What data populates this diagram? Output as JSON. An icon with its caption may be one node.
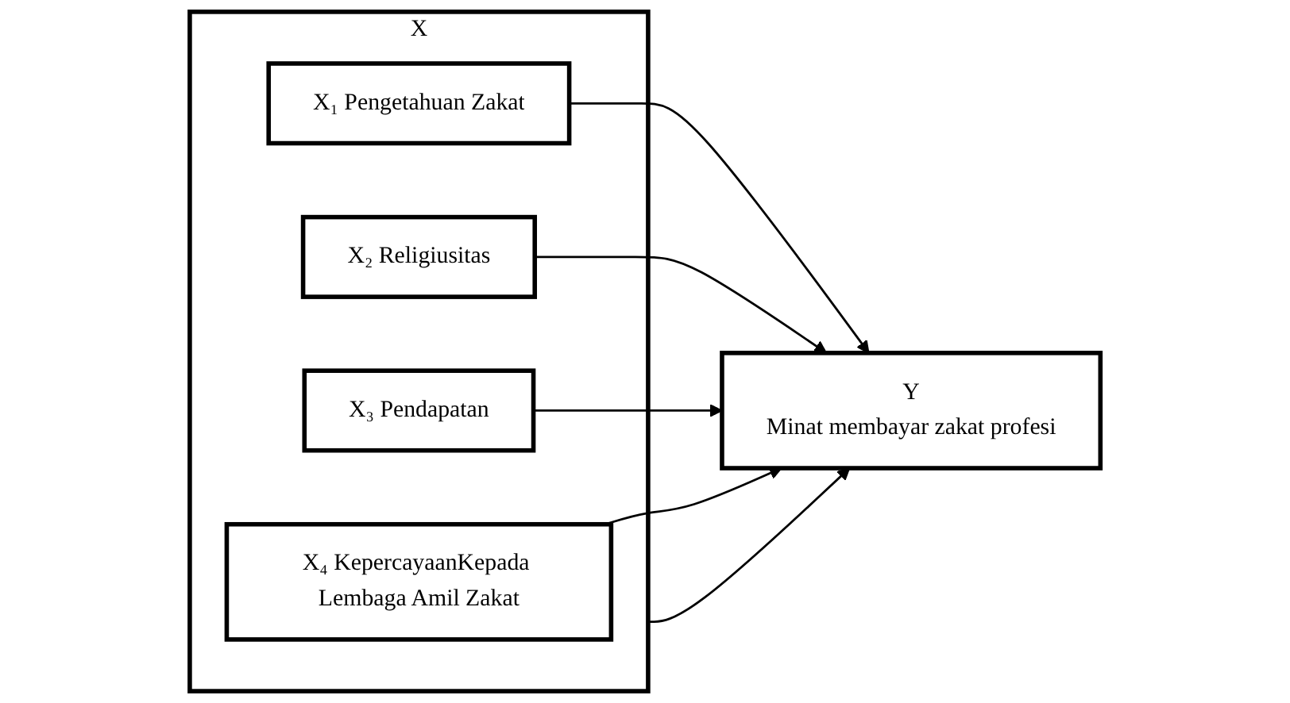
{
  "diagram": {
    "nodes": [
      {
        "text": [
          "X"
        ]
      },
      {
        "text": [
          "X₁ Pengetahuan Zakat"
        ],
        "in": 0
      },
      {
        "text": [
          "X₂ Religiusitas"
        ],
        "in": 0
      },
      {
        "text": [
          "X₃ Pendapatan"
        ],
        "in": 0
      },
      {
        "text": [
          "X₄ KepercayaanKepada Lembaga Amil Zakat"
        ],
        "in": 0
      },
      {
        "text": [
          "Y",
          "Minat membayar zakat profesi"
        ]
      }
    ],
    "edges": [
      {
        "from": 1,
        "to": 5,
        "arrow": "to"
      },
      {
        "from": 2,
        "to": 5,
        "arrow": "to"
      },
      {
        "from": 3,
        "to": 5,
        "arrow": "to"
      },
      {
        "from": 4,
        "to": 5,
        "arrow": "to"
      },
      {
        "from": 0,
        "to": 5,
        "arrow": "to"
      }
    ]
  }
}
